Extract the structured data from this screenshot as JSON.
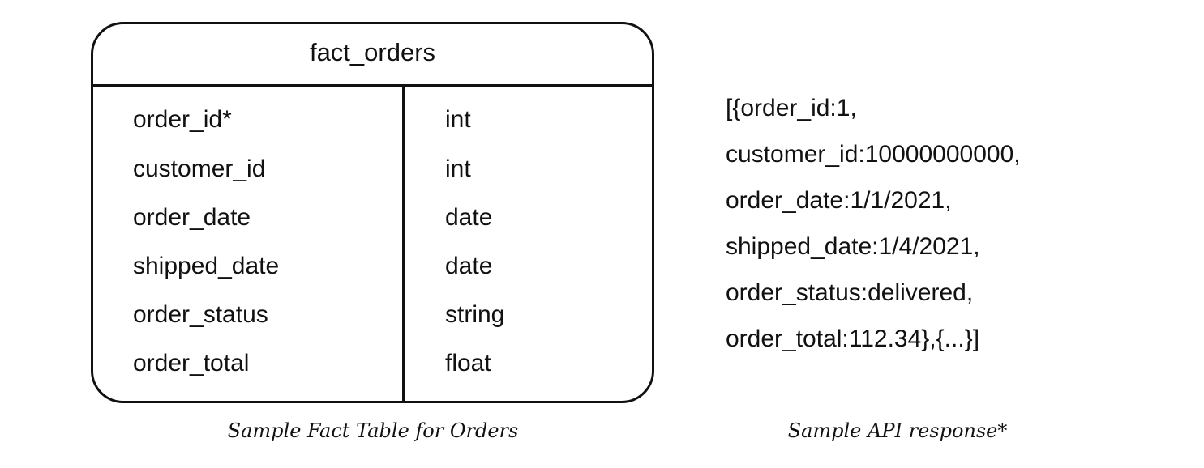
{
  "table": {
    "title": "fact_orders",
    "rows": [
      {
        "field": "order_id*",
        "type": "int"
      },
      {
        "field": "customer_id",
        "type": "int"
      },
      {
        "field": "order_date",
        "type": "date"
      },
      {
        "field": "shipped_date",
        "type": "date"
      },
      {
        "field": "order_status",
        "type": "string"
      },
      {
        "field": "order_total",
        "type": "float"
      }
    ],
    "caption": "Sample Fact Table for Orders"
  },
  "api": {
    "lines": [
      "[{order_id:1,",
      "customer_id:10000000000,",
      "order_date:1/1/2021,",
      "shipped_date:1/4/2021,",
      "order_status:delivered,",
      "order_total:112.34},{...}]"
    ],
    "caption": "Sample API response*"
  }
}
